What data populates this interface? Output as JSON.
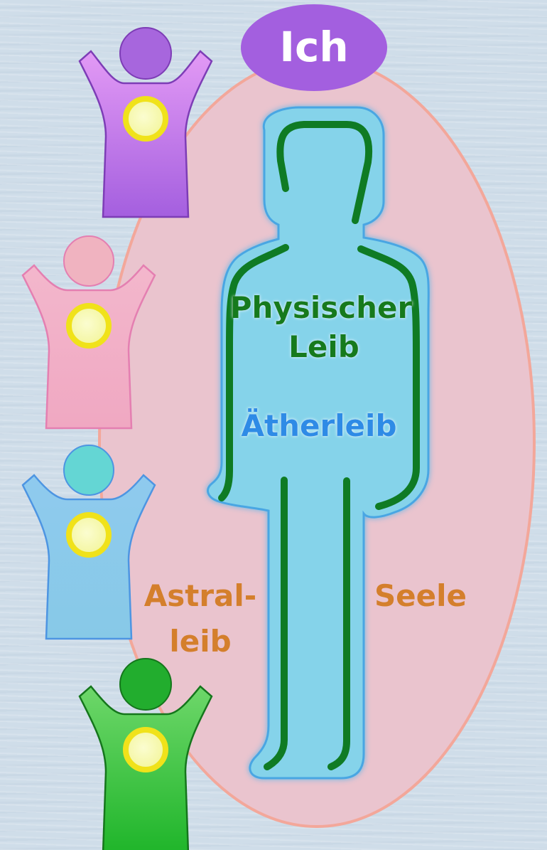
{
  "labels": {
    "ich": "Ich",
    "physischer": "Physischer",
    "leib": "Leib",
    "aetherleib": "Ätherleib",
    "astral": "Astral-",
    "astral_leib": "leib",
    "seele": "Seele"
  },
  "colors": {
    "soul_oval_fill": "#eac4ce",
    "soul_oval_stroke": "#f3a79a",
    "ich_fill": "#a35fdf",
    "etheric_fill": "#85d3ea",
    "etheric_stroke": "#4aa6e3",
    "physical_line": "#0f7b24",
    "label_green": "#127a1c",
    "label_blue": "#2d8be6",
    "label_orange": "#d47f2c",
    "sun_ring": "#f0e21a",
    "sun_core": "#f3f59a"
  },
  "figures": [
    {
      "name": "purple-figure",
      "body_top": "#e39af5",
      "body_bottom": "#a45fdf",
      "head": "#a766dd",
      "stroke": "#7d3db6"
    },
    {
      "name": "pink-figure",
      "body_top": "#f3b7cc",
      "body_bottom": "#f0a8c2",
      "head": "#f0b3c0",
      "stroke": "#e47fb1"
    },
    {
      "name": "blue-figure",
      "body_top": "#8fcaee",
      "body_bottom": "#87c9e7",
      "head": "#64d6d4",
      "stroke": "#4d95e2"
    },
    {
      "name": "green-figure",
      "body_top": "#6ed76a",
      "body_bottom": "#1fb52a",
      "head": "#22ad2e",
      "stroke": "#15761c"
    }
  ]
}
